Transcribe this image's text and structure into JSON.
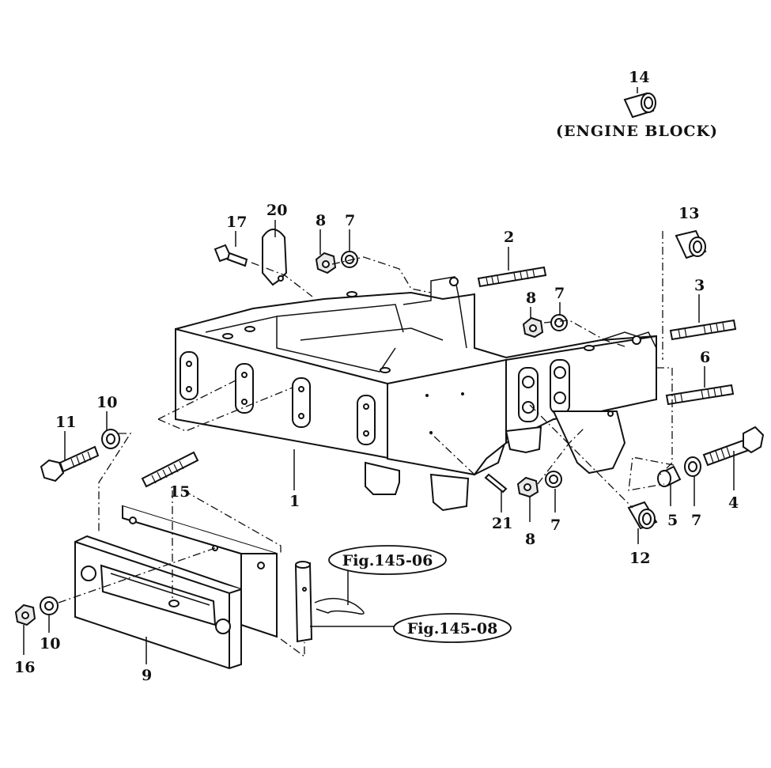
{
  "diagram": {
    "note": "(ENGINE BLOCK)",
    "callouts": [
      {
        "id": "1",
        "label": "1"
      },
      {
        "id": "2",
        "label": "2"
      },
      {
        "id": "3",
        "label": "3"
      },
      {
        "id": "4",
        "label": "4"
      },
      {
        "id": "5",
        "label": "5"
      },
      {
        "id": "6",
        "label": "6"
      },
      {
        "id": "7a",
        "label": "7"
      },
      {
        "id": "7b",
        "label": "7"
      },
      {
        "id": "7c",
        "label": "7"
      },
      {
        "id": "7d",
        "label": "7"
      },
      {
        "id": "8a",
        "label": "8"
      },
      {
        "id": "8b",
        "label": "8"
      },
      {
        "id": "8c",
        "label": "8"
      },
      {
        "id": "9",
        "label": "9"
      },
      {
        "id": "10a",
        "label": "10"
      },
      {
        "id": "10b",
        "label": "10"
      },
      {
        "id": "11",
        "label": "11"
      },
      {
        "id": "12",
        "label": "12"
      },
      {
        "id": "13",
        "label": "13"
      },
      {
        "id": "14",
        "label": "14"
      },
      {
        "id": "15",
        "label": "15"
      },
      {
        "id": "16",
        "label": "16"
      },
      {
        "id": "17",
        "label": "17"
      },
      {
        "id": "20",
        "label": "20"
      },
      {
        "id": "21",
        "label": "21"
      }
    ],
    "references": [
      {
        "id": "ref1",
        "label": "Fig.145-06"
      },
      {
        "id": "ref2",
        "label": "Fig.145-08"
      }
    ]
  }
}
